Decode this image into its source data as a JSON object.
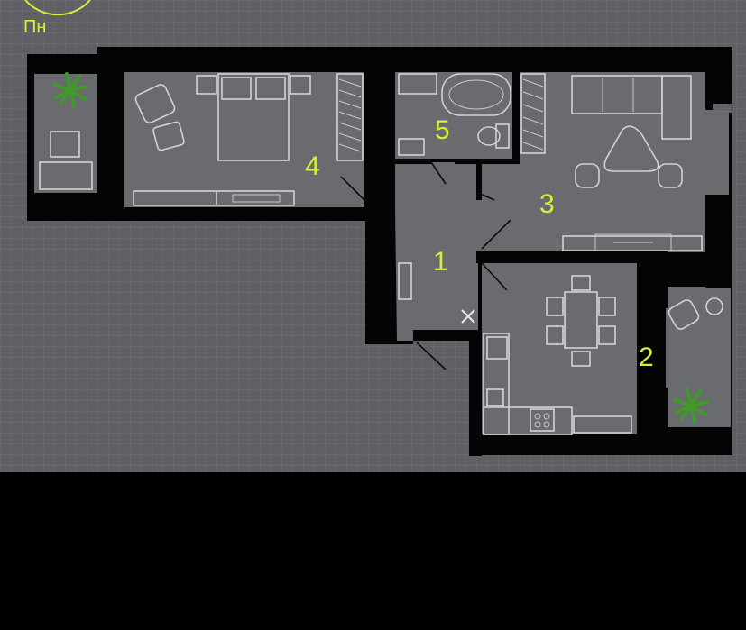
{
  "compass": {
    "label": "Пн",
    "color": "#d4ef3c"
  },
  "rooms": [
    {
      "id": "room-1",
      "number": "1"
    },
    {
      "id": "room-2",
      "number": "2"
    },
    {
      "id": "room-3",
      "number": "3"
    },
    {
      "id": "room-4",
      "number": "4"
    },
    {
      "id": "room-5",
      "number": "5"
    }
  ],
  "colors": {
    "background": "#5f6063",
    "walls": "#040404",
    "floor": "#6a6b6e",
    "furniture": "#d0d2d6",
    "labels": "#d4ef3c"
  },
  "icons": [
    "plant-icon",
    "bed-icon",
    "bathtub-icon",
    "sofa-icon",
    "dining-table-icon",
    "armchair-icon",
    "stove-icon",
    "sink-icon",
    "toilet-icon",
    "wardrobe-icon"
  ]
}
